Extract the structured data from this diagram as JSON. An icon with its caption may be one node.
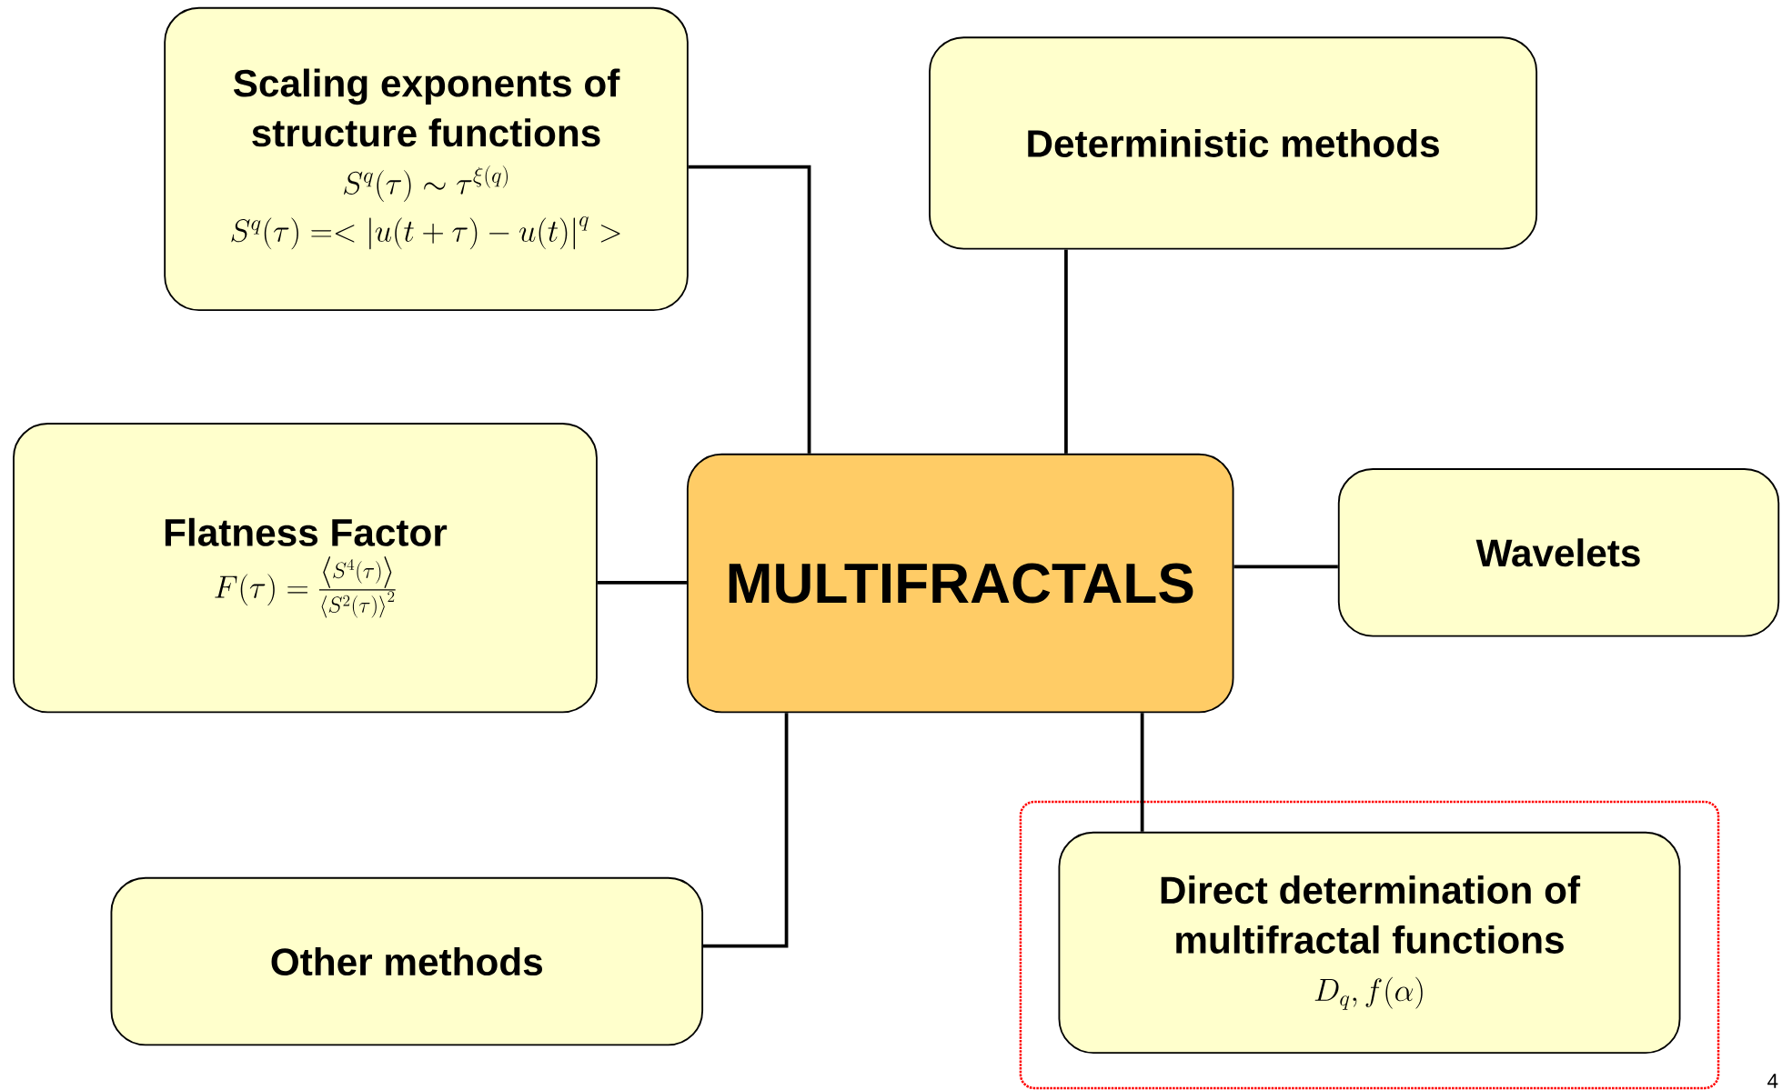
{
  "diagram": {
    "nodes": [
      {
        "text": [
          "MULTIFRACTALS"
        ]
      },
      {
        "text": [
          "Scaling exponents of structure functions",
          "S^q(\\tau) \\sim \\tau^{\\xi(q)}",
          "S^q(\\tau) =< \\left| u(t+\\tau) - u(t) \\right|^q >"
        ]
      },
      {
        "text": [
          "Deterministic methods"
        ]
      },
      {
        "text": [
          "Flatness Factor",
          "F(\\tau) = \\frac{\\left\\langle S^4(\\tau) \\right\\rangle}{\\left\\langle S^2(\\tau) \\right\\rangle^2}"
        ]
      },
      {
        "text": [
          "Wavelets"
        ]
      },
      {
        "text": [
          "Other methods"
        ]
      },
      {
        "text": [
          "Direct determination of multifractal functions",
          "D_q, f(\\alpha)"
        ]
      }
    ],
    "edges": [
      {
        "from": 0,
        "to": 1,
        "arrow": "none"
      },
      {
        "from": 0,
        "to": 2,
        "arrow": "none"
      },
      {
        "from": 0,
        "to": 3,
        "arrow": "none"
      },
      {
        "from": 0,
        "to": 4,
        "arrow": "none"
      },
      {
        "from": 0,
        "to": 5,
        "arrow": "none"
      },
      {
        "from": 0,
        "to": 6,
        "arrow": "none"
      }
    ],
    "labels": [
      "4"
    ]
  }
}
